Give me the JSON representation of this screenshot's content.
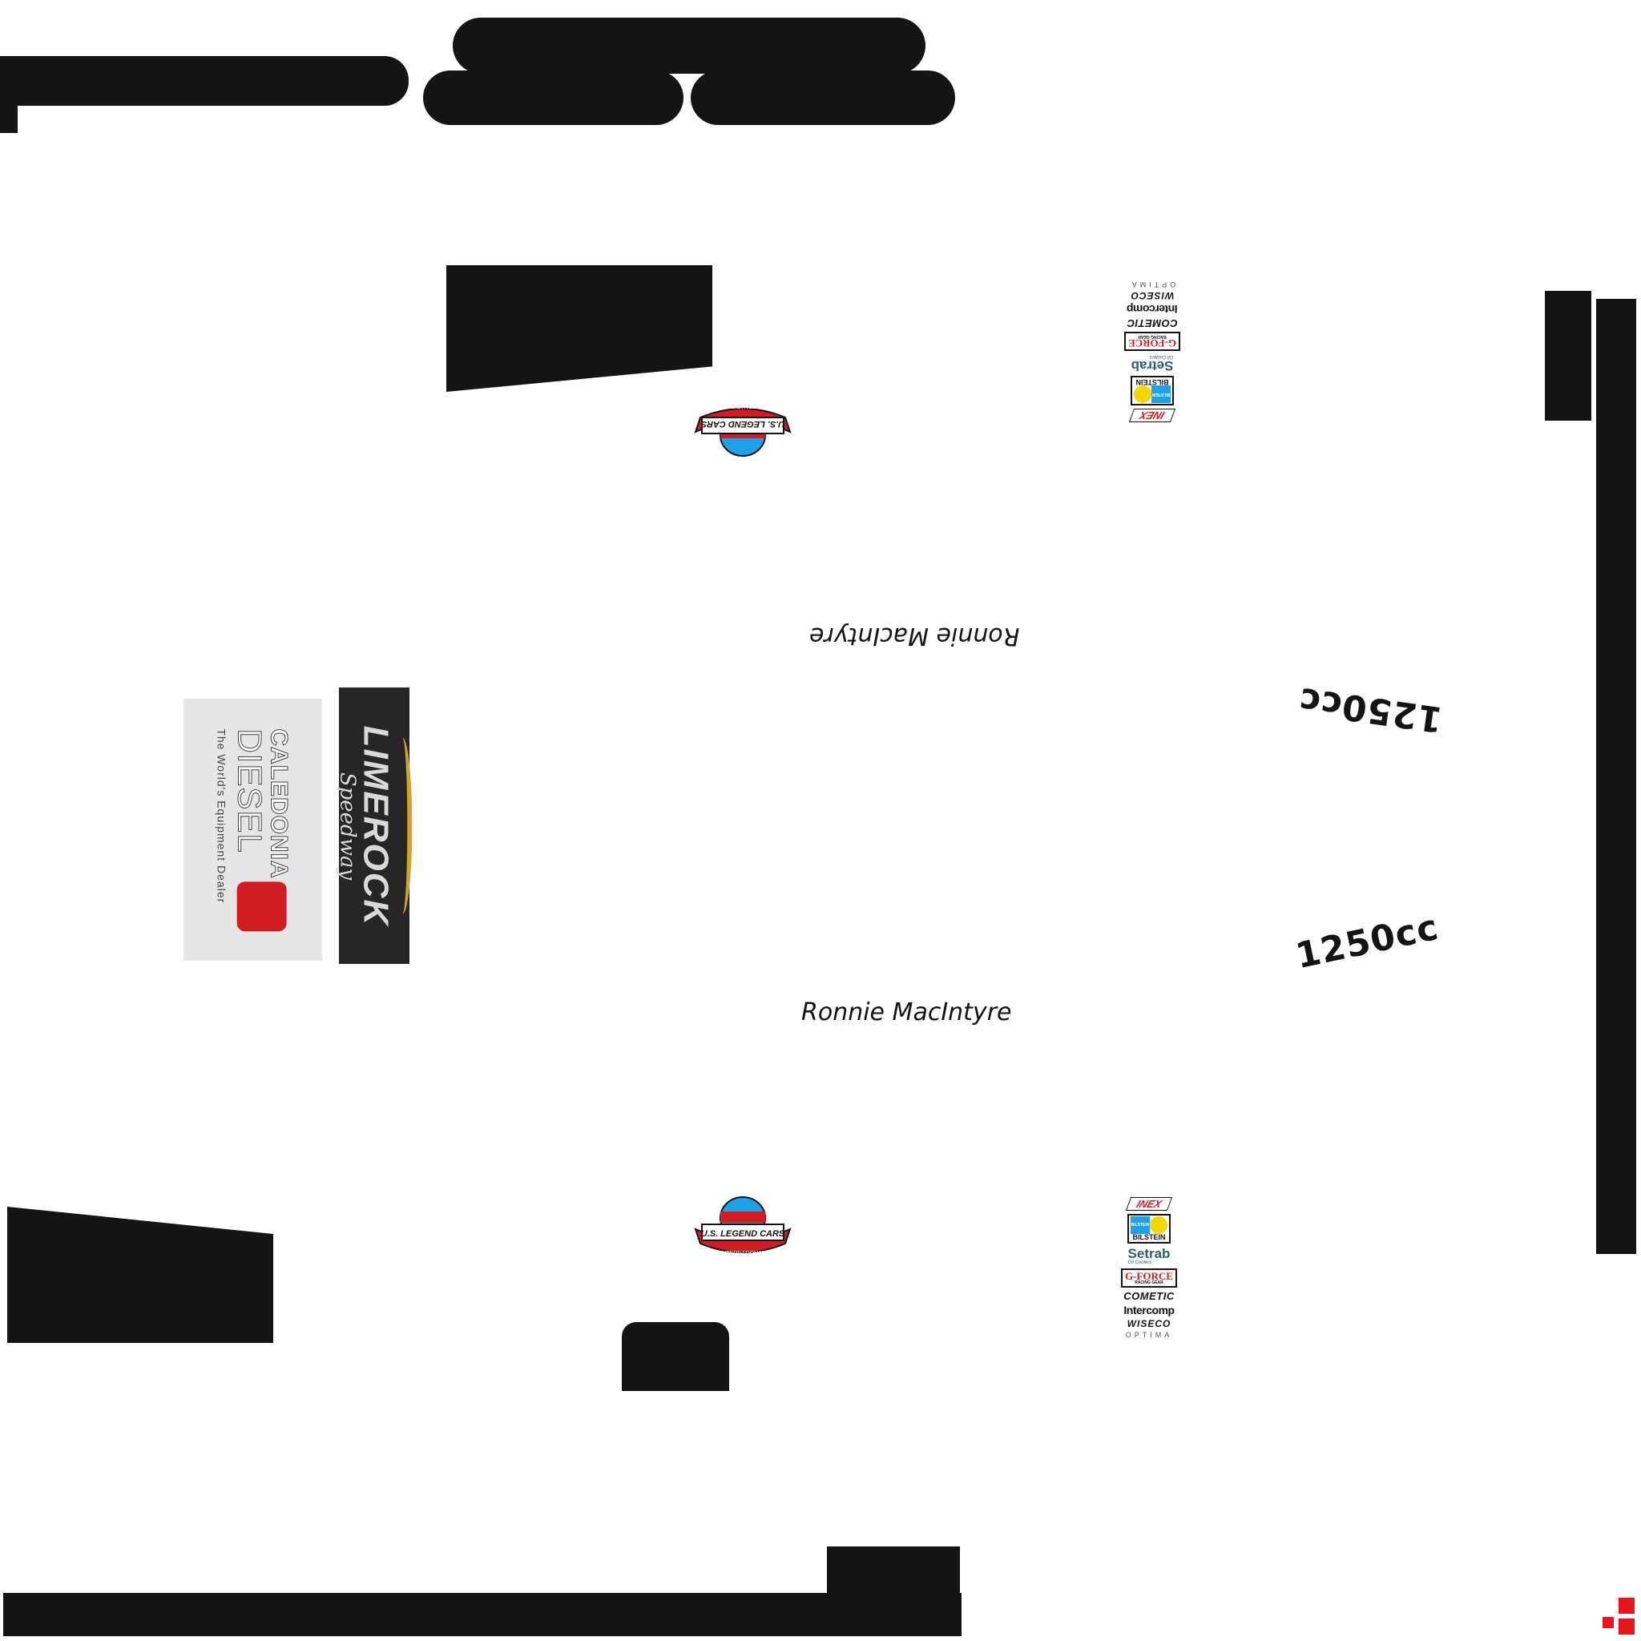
{
  "decals": {
    "driver_name": "Ronnie MacIntyre",
    "engine": "1250cc",
    "us_legend": {
      "top": "U.S. LEGEND CARS",
      "bottom": "INTERNATIONAL"
    },
    "sponsors": {
      "inex": "INEX",
      "bilstein": "BILSTEIN",
      "setrab": "Setrab",
      "setrab_sub": "Oil Coolers",
      "gforce": "G-FORCE",
      "gforce_sub": "RACING GEAR",
      "cometic": "COMETIC",
      "intercomp": "Intercomp",
      "wiseco": "WISECO",
      "optima": "OPTIMA"
    },
    "caledonia": {
      "line1": "CALEDONIA",
      "line2": "DIESEL",
      "tagline": "The World's Equipment Dealer"
    },
    "limerock": {
      "line1": "LIMEROCK",
      "line2": "Speedway"
    }
  },
  "colors": {
    "ink": "#141414",
    "red": "#d21c24",
    "blue": "#1ea1e6",
    "yellow": "#f5d800",
    "gold": "#d4a12a"
  }
}
